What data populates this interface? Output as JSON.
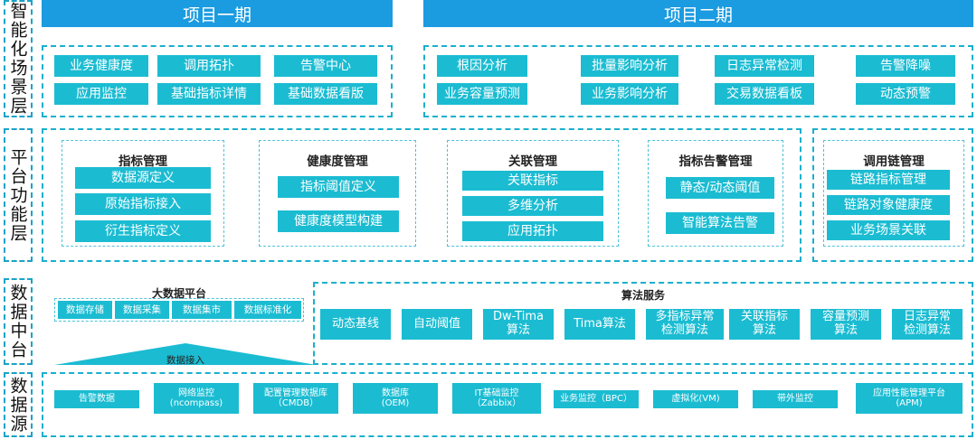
{
  "layers": {
    "scene": "智能化场景层",
    "platform": "平台功能层",
    "middle": "数据中台",
    "source": "数据源"
  },
  "phases": {
    "phase1": "项目一期",
    "phase2": "项目二期"
  },
  "scene": {
    "phase1_items": [
      "业务健康度",
      "调用拓扑",
      "告警中心",
      "应用监控",
      "基础指标详情",
      "基础数据看版"
    ],
    "phase2_items": [
      "根因分析",
      "批量影响分析",
      "日志异常检测",
      "告警降噪",
      "业务容量预测",
      "业务影响分析",
      "交易数据看板",
      "动态预警"
    ]
  },
  "platform": {
    "indicator": {
      "title": "指标管理",
      "items": [
        "数据源定义",
        "原始指标接入",
        "衍生指标定义"
      ]
    },
    "health": {
      "title": "健康度管理",
      "items": [
        "指标阈值定义",
        "健康度模型构建"
      ]
    },
    "correlation": {
      "title": "关联管理",
      "items": [
        "关联指标",
        "多维分析",
        "应用拓扑"
      ]
    },
    "alert": {
      "title": "指标告警管理",
      "items": [
        "静态/动态阈值",
        "智能算法告警"
      ]
    },
    "trace": {
      "title": "调用链管理",
      "items": [
        "链路指标管理",
        "链路对象健康度",
        "业务场景关联"
      ]
    }
  },
  "middle": {
    "bigdata": {
      "title": "大数据平台",
      "items": [
        "数据存储",
        "数据采集",
        "数据集市",
        "数据标准化"
      ]
    },
    "access": "数据接入",
    "algo": {
      "title": "算法服务",
      "items": [
        "动态基线",
        "自动阈值",
        "Dw-Tima\n算法",
        "Tima算法",
        "多指标异常\n检测算法",
        "关联指标\n算法",
        "容量预测\n算法",
        "日志异常\n检测算法"
      ]
    }
  },
  "sources": [
    "告警数据",
    "网络监控\n(ncompass)",
    "配置管理数据库\n（CMDB）",
    "数据库\n(OEM)",
    "IT基础监控\n（Zabbix）",
    "业务监控（BPC）",
    "虚拟化(VM)",
    "带外监控",
    "应用性能管理平台\n(APM)"
  ],
  "colors": {
    "header": "#1b9be0",
    "box": "#1bbcd2",
    "dash": "#1ab0cd"
  }
}
